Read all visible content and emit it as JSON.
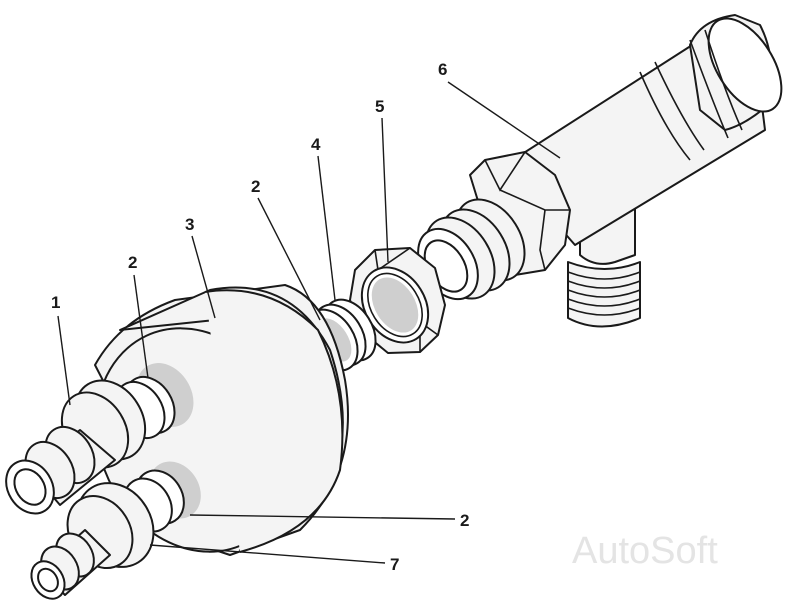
{
  "labels": {
    "p1": "1",
    "p2a": "2",
    "p3": "3",
    "p2b": "2",
    "p4": "4",
    "p5": "5",
    "p6": "6",
    "p2c": "2",
    "p7": "7"
  },
  "watermark": "AutoSoft",
  "colors": {
    "line": "#1a1a1a",
    "fill": "#f4f4f4",
    "shade": "#cfcfcf",
    "watermark": "#e4e4e4"
  }
}
